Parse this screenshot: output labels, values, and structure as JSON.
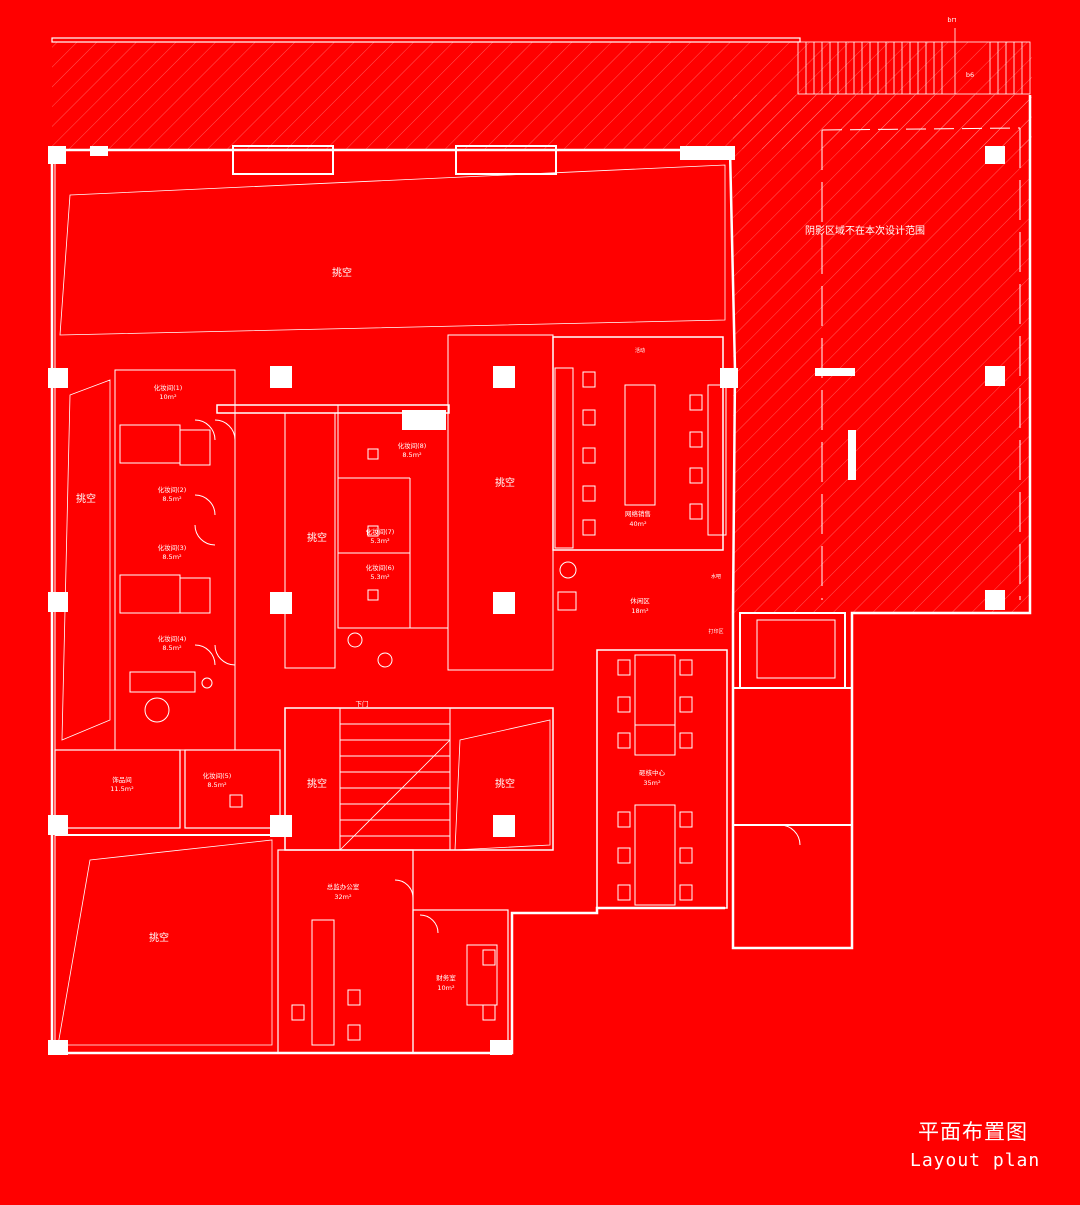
{
  "colors": {
    "background": "#ff0000",
    "lines": "#ffffff"
  },
  "title": {
    "cn": "平面布置图",
    "en": "Layout plan"
  },
  "note": "阴影区域不在本次设计范围",
  "stair_label": "下门",
  "level_mark_top": "b⊓",
  "level_mark_bottom": "b6",
  "voids": [
    "挑空",
    "挑空",
    "挑空",
    "挑空",
    "挑空",
    "挑空",
    "挑空"
  ],
  "rooms": [
    {
      "name": "化妆间(1)",
      "area": "10m²"
    },
    {
      "name": "化妆间(2)",
      "area": "8.5m²"
    },
    {
      "name": "化妆间(3)",
      "area": "8.5m²"
    },
    {
      "name": "化妆间(4)",
      "area": "8.5m²"
    },
    {
      "name": "化妆间(5)",
      "area": "8.5m²"
    },
    {
      "name": "化妆间(6)",
      "area": "5.3m²"
    },
    {
      "name": "化妆间(7)",
      "area": "5.3m²"
    },
    {
      "name": "化妆间(8)",
      "area": "8.5m²"
    },
    {
      "name": "饰品间",
      "area": "11.5m²"
    },
    {
      "name": "网络销售",
      "area": "40m²"
    },
    {
      "name": "休闲区",
      "area": "18m²"
    },
    {
      "name": "砸核中心",
      "area": "35m²"
    },
    {
      "name": "总监办公室",
      "area": "32m²"
    },
    {
      "name": "财务室",
      "area": "10m²"
    }
  ],
  "small_labels": {
    "top_room": "活动",
    "water": "水吧",
    "print": "打印区"
  }
}
